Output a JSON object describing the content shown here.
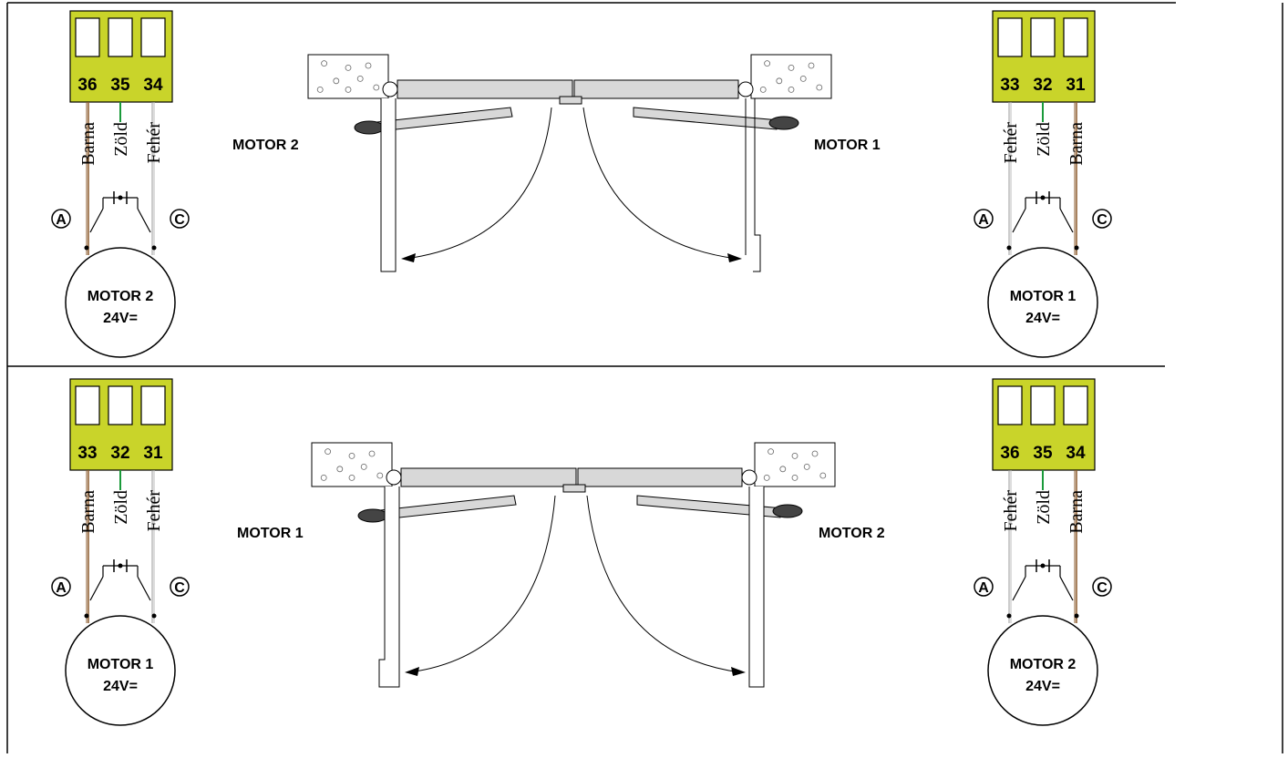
{
  "colors": {
    "terminal_block": "#c9d42a",
    "wire_brown": "#8b5a2b",
    "wire_green": "#1a9a3a",
    "wire_white": "#c8c8c8",
    "gate_leaf": "#d8d8d8",
    "line": "#000000"
  },
  "panels": [
    {
      "left_unit": {
        "terminals": [
          "36",
          "35",
          "34"
        ],
        "wires": [
          "Barna",
          "Zöld",
          "Fehér"
        ],
        "wire_colors": [
          "brown",
          "green",
          "white"
        ],
        "marker_a": "A",
        "marker_c": "C",
        "motor_name": "MOTOR 2",
        "motor_voltage": "24V="
      },
      "gate": {
        "left_label": "MOTOR 2",
        "right_label": "MOTOR 1"
      },
      "right_unit": {
        "terminals": [
          "33",
          "32",
          "31"
        ],
        "wires": [
          "Fehér",
          "Zöld",
          "Barna"
        ],
        "wire_colors": [
          "white",
          "green",
          "brown"
        ],
        "marker_a": "A",
        "marker_c": "C",
        "motor_name": "MOTOR 1",
        "motor_voltage": "24V="
      }
    },
    {
      "left_unit": {
        "terminals": [
          "33",
          "32",
          "31"
        ],
        "wires": [
          "Barna",
          "Zöld",
          "Fehér"
        ],
        "wire_colors": [
          "brown",
          "green",
          "white"
        ],
        "marker_a": "A",
        "marker_c": "C",
        "motor_name": "MOTOR 1",
        "motor_voltage": "24V="
      },
      "gate": {
        "left_label": "MOTOR 1",
        "right_label": "MOTOR 2"
      },
      "right_unit": {
        "terminals": [
          "36",
          "35",
          "34"
        ],
        "wires": [
          "Fehér",
          "Zöld",
          "Barna"
        ],
        "wire_colors": [
          "white",
          "green",
          "brown"
        ],
        "marker_a": "A",
        "marker_c": "C",
        "motor_name": "MOTOR 2",
        "motor_voltage": "24V="
      }
    }
  ]
}
